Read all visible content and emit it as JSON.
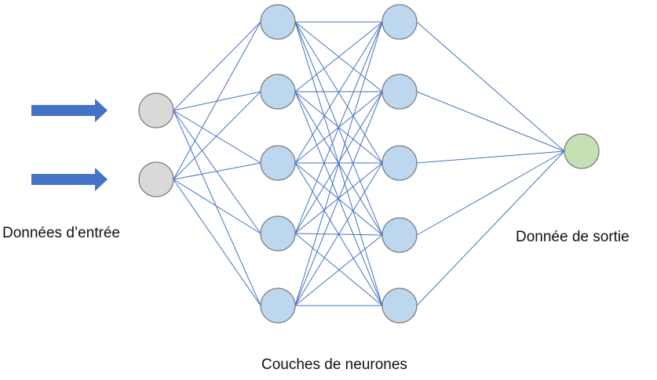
{
  "labels": {
    "input": "Données d’entrée",
    "output": "Donnée de sortie",
    "hidden_layers": "Couches de neurones"
  },
  "network": {
    "layers": [
      {
        "name": "input",
        "count": 2,
        "fill": "#d9d9d9"
      },
      {
        "name": "hidden-1",
        "count": 5,
        "fill": "#bdd7ee"
      },
      {
        "name": "hidden-2",
        "count": 5,
        "fill": "#bdd7ee"
      },
      {
        "name": "output",
        "count": 1,
        "fill": "#c5e0b4"
      }
    ],
    "connections": "fully-connected between consecutive layers",
    "input_arrows": 2
  },
  "colors": {
    "edge": "#4472c4",
    "arrow": "#4472c4",
    "node_stroke": "#7f7f7f"
  }
}
